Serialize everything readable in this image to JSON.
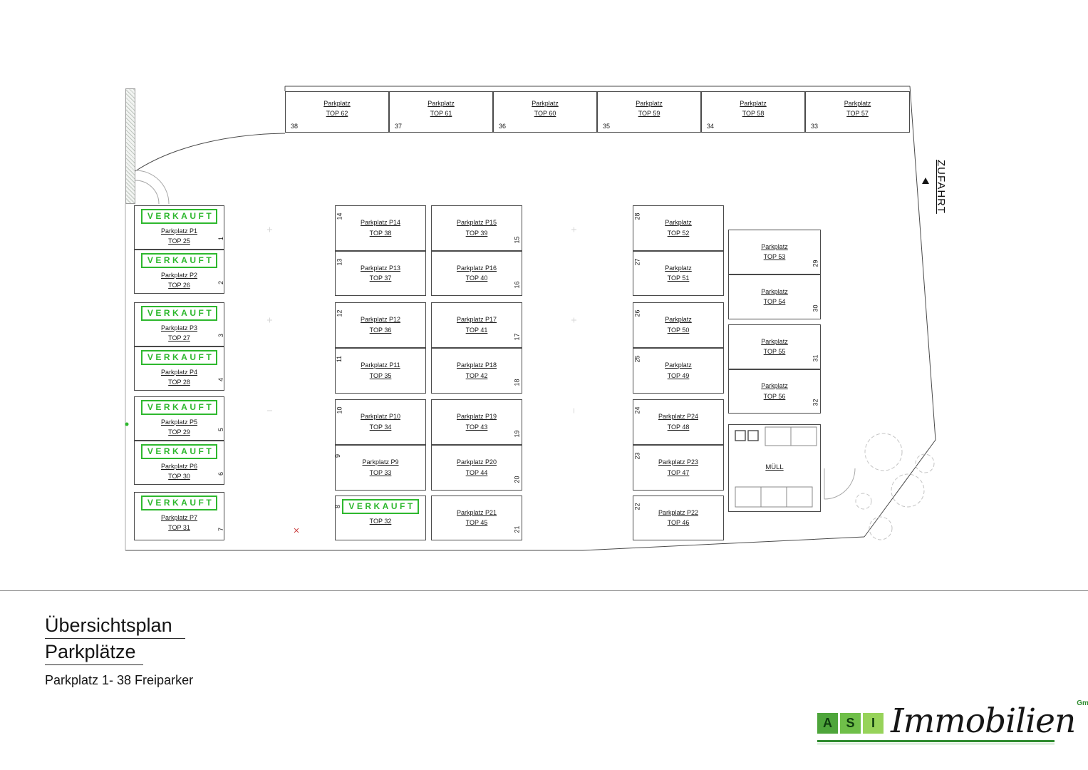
{
  "meta": {
    "verkauft_label": "VERKAUFT",
    "zufahrt_label": "ZUFAHRT",
    "muell_label": "MÜLL"
  },
  "colors": {
    "sold_green": "#2eb82e",
    "logo_green_dark": "#4ea53b",
    "logo_green_mid": "#6fbf49",
    "logo_green_light": "#97d35a",
    "logo_rule_green": "#2e8b2e"
  },
  "top_row": [
    {
      "bay": "38",
      "name": "Parkplatz",
      "top": "TOP 62"
    },
    {
      "bay": "37",
      "name": "Parkplatz",
      "top": "TOP 61"
    },
    {
      "bay": "36",
      "name": "Parkplatz",
      "top": "TOP 60"
    },
    {
      "bay": "35",
      "name": "Parkplatz",
      "top": "TOP 59"
    },
    {
      "bay": "34",
      "name": "Parkplatz",
      "top": "TOP 58"
    },
    {
      "bay": "33",
      "name": "Parkplatz",
      "top": "TOP 57"
    }
  ],
  "columns": {
    "left": [
      {
        "bay": "1",
        "name": "Parkplatz P1",
        "top": "TOP 25",
        "sold": true
      },
      {
        "bay": "2",
        "name": "Parkplatz P2",
        "top": "TOP 26",
        "sold": true
      },
      {
        "bay": "3",
        "name": "Parkplatz P3",
        "top": "TOP 27",
        "sold": true
      },
      {
        "bay": "4",
        "name": "Parkplatz P4",
        "top": "TOP 28",
        "sold": true
      },
      {
        "bay": "5",
        "name": "Parkplatz P5",
        "top": "TOP 29",
        "sold": true
      },
      {
        "bay": "6",
        "name": "Parkplatz P6",
        "top": "TOP 30",
        "sold": true
      },
      {
        "bay": "7",
        "name": "Parkplatz P7",
        "top": "TOP 31",
        "sold": true
      }
    ],
    "mid_left": [
      {
        "bay": "14",
        "name": "Parkplatz P14",
        "top": "TOP 38",
        "sold": false
      },
      {
        "bay": "13",
        "name": "Parkplatz P13",
        "top": "TOP 37",
        "sold": false
      },
      {
        "bay": "12",
        "name": "Parkplatz P12",
        "top": "TOP 36",
        "sold": false
      },
      {
        "bay": "11",
        "name": "Parkplatz P11",
        "top": "TOP 35",
        "sold": false
      },
      {
        "bay": "10",
        "name": "Parkplatz P10",
        "top": "TOP 34",
        "sold": false
      },
      {
        "bay": "9",
        "name": "Parkplatz P9",
        "top": "TOP 33",
        "sold": false
      },
      {
        "bay": "8",
        "name": "",
        "top": "TOP 32",
        "sold": true
      }
    ],
    "mid_right": [
      {
        "bay": "15",
        "name": "Parkplatz P15",
        "top": "TOP 39",
        "sold": false
      },
      {
        "bay": "16",
        "name": "Parkplatz P16",
        "top": "TOP 40",
        "sold": false
      },
      {
        "bay": "17",
        "name": "Parkplatz P17",
        "top": "TOP 41",
        "sold": false
      },
      {
        "bay": "18",
        "name": "Parkplatz P18",
        "top": "TOP 42",
        "sold": false
      },
      {
        "bay": "19",
        "name": "Parkplatz P19",
        "top": "TOP 43",
        "sold": false
      },
      {
        "bay": "20",
        "name": "Parkplatz P20",
        "top": "TOP 44",
        "sold": false
      },
      {
        "bay": "21",
        "name": "Parkplatz P21",
        "top": "TOP 45",
        "sold": false
      }
    ],
    "right": [
      {
        "bay": "28",
        "name": "Parkplatz",
        "top": "TOP 52",
        "sold": false
      },
      {
        "bay": "27",
        "name": "Parkplatz",
        "top": "TOP 51",
        "sold": false
      },
      {
        "bay": "26",
        "name": "Parkplatz",
        "top": "TOP 50",
        "sold": false
      },
      {
        "bay": "25",
        "name": "Parkplatz",
        "top": "TOP 49",
        "sold": false
      },
      {
        "bay": "24",
        "name": "Parkplatz P24",
        "top": "TOP 48",
        "sold": false
      },
      {
        "bay": "23",
        "name": "Parkplatz P23",
        "top": "TOP 47",
        "sold": false
      },
      {
        "bay": "22",
        "name": "Parkplatz P22",
        "top": "TOP 46",
        "sold": false
      }
    ],
    "far_right": [
      {
        "bay": "29",
        "name": "Parkplatz",
        "top": "TOP 53",
        "sold": false
      },
      {
        "bay": "30",
        "name": "Parkplatz",
        "top": "TOP 54",
        "sold": false
      },
      {
        "bay": "31",
        "name": "Parkplatz",
        "top": "TOP 55",
        "sold": false
      },
      {
        "bay": "32",
        "name": "Parkplatz",
        "top": "TOP 56",
        "sold": false
      }
    ]
  },
  "title_block": {
    "line1": "Übersichtsplan",
    "line2": "Parkplätze",
    "line3": "Parkplatz 1- 38 Freiparker"
  },
  "logo": {
    "letters": [
      "A",
      "S",
      "I"
    ],
    "name": "Immobilien",
    "suffix": "GmbH"
  }
}
